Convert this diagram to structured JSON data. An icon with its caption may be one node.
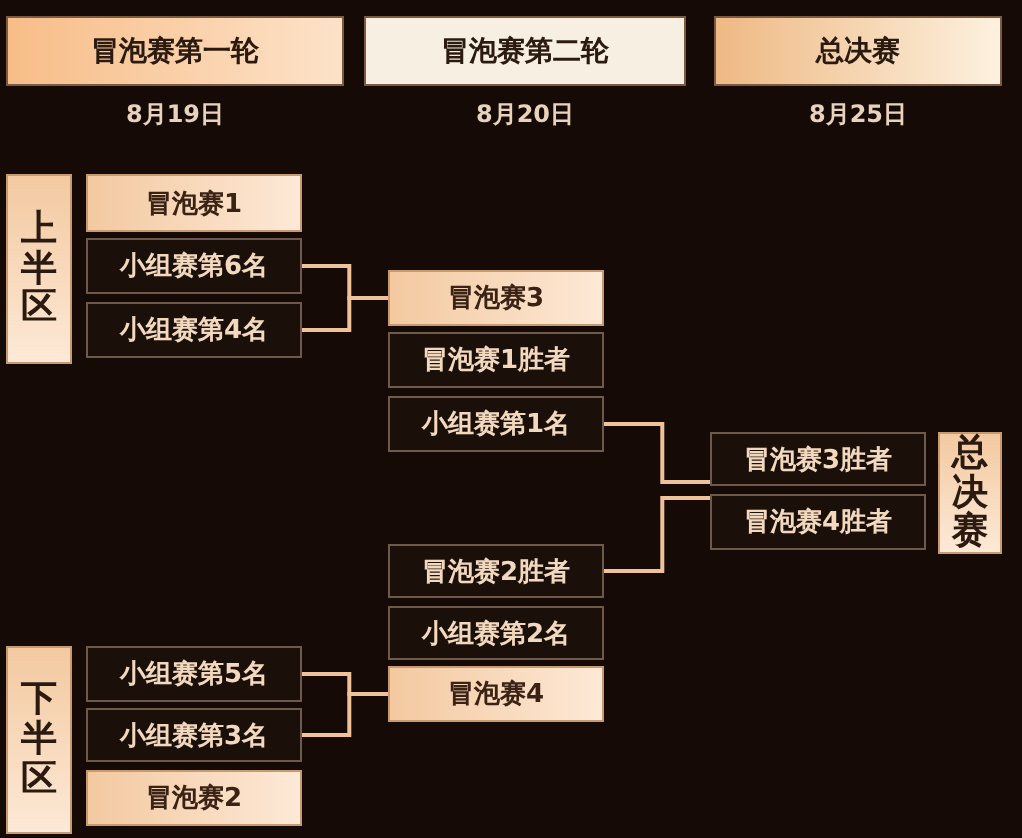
{
  "diagram": {
    "nodes": [
      {
        "text": [
          "冒泡赛第一轮"
        ],
        "beside": [
          "8月19日"
        ]
      },
      {
        "text": [
          "冒泡赛第二轮"
        ],
        "beside": [
          "8月20日"
        ]
      },
      {
        "text": [
          "总决赛"
        ],
        "beside": [
          "8月25日"
        ]
      },
      {
        "text": [
          "上半区"
        ]
      },
      {
        "text": [
          "冒泡赛1"
        ]
      },
      {
        "text": [
          "小组赛第6名"
        ]
      },
      {
        "text": [
          "小组赛第4名"
        ]
      },
      {
        "text": [
          "冒泡赛3"
        ]
      },
      {
        "text": [
          "冒泡赛1胜者"
        ]
      },
      {
        "text": [
          "小组赛第1名"
        ]
      },
      {
        "text": [
          "冒泡赛2胜者"
        ]
      },
      {
        "text": [
          "小组赛第2名"
        ]
      },
      {
        "text": [
          "冒泡赛4"
        ]
      },
      {
        "text": [
          "冒泡赛3胜者"
        ]
      },
      {
        "text": [
          "冒泡赛4胜者"
        ]
      },
      {
        "text": [
          "总决赛"
        ]
      },
      {
        "text": [
          "下半区"
        ]
      },
      {
        "text": [
          "小组赛第5名"
        ]
      },
      {
        "text": [
          "小组赛第3名"
        ]
      },
      {
        "text": [
          "冒泡赛2"
        ]
      }
    ],
    "edges": [
      {
        "from": 5,
        "to": 7,
        "arrow": "none"
      },
      {
        "from": 6,
        "to": 7,
        "arrow": "none"
      },
      {
        "from": 9,
        "to": 13,
        "arrow": "none"
      },
      {
        "from": 10,
        "to": 14,
        "arrow": "none"
      },
      {
        "from": 17,
        "to": 12,
        "arrow": "none"
      },
      {
        "from": 18,
        "to": 12,
        "arrow": "none"
      }
    ]
  }
}
